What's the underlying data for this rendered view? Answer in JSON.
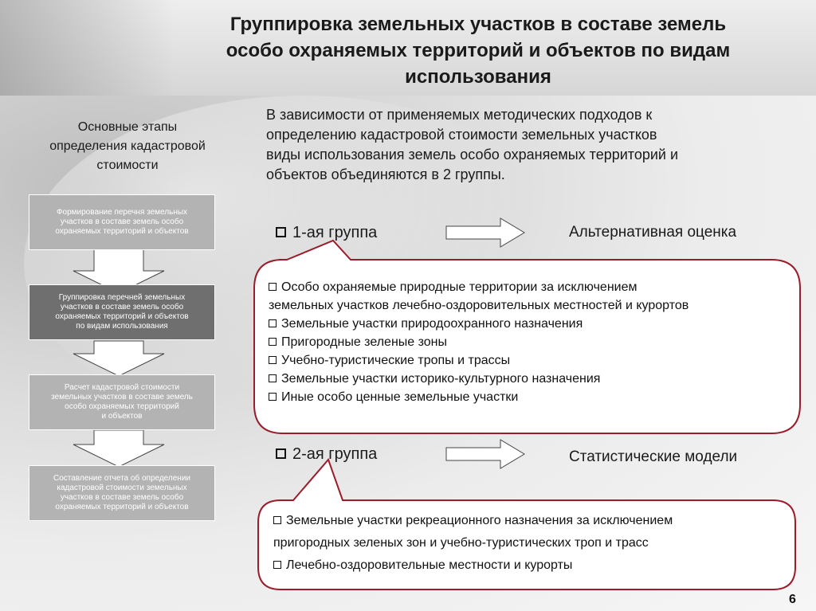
{
  "title": {
    "line1": "Группировка земельных участков в составе земель",
    "line2": "особо охраняемых территорий и объектов по видам",
    "line3": "использования"
  },
  "stages": {
    "heading_lines": [
      "Основные этапы",
      "определения кадастровой",
      "стоимости"
    ],
    "boxes": [
      {
        "lines": [
          "Формирование перечня земельных",
          "участков в составе земель особо",
          "охраняемых территорий и объектов"
        ]
      },
      {
        "lines": [
          "Группировка перечней земельных",
          "участков в составе земель особо",
          "охраняемых территорий и объектов",
          "по видам использования"
        ]
      },
      {
        "lines": [
          "Расчет кадастровой стоимости",
          "земельных участков в составе земель",
          "особо охраняемых территорий",
          "и объектов"
        ]
      },
      {
        "lines": [
          "Составление отчета об определении",
          "кадастровой стоимости земельных",
          "участков в составе земель особо",
          "охраняемых территорий и объектов"
        ]
      }
    ]
  },
  "intro": {
    "lines": [
      "В зависимости от применяемых методических подходов к",
      "определению кадастровой стоимости земельных участков",
      "виды использования земель особо охраняемых территорий и",
      "объектов объединяются в 2 группы."
    ]
  },
  "group1": {
    "label": "1-ая группа",
    "result": "Альтернативная оценка",
    "items": [
      "Особо охраняемые природные территории за исключением",
      "земельных участков лечебно-оздоровительных местностей и курортов",
      "Земельные участки природоохранного назначения",
      "Пригородные зеленые зоны",
      "Учебно-туристические тропы и трассы",
      "Земельные участки историко-культурного назначения",
      "Иные особо ценные земельные участки"
    ]
  },
  "group2": {
    "label": "2-ая группа",
    "result": "Статистические модели",
    "items": [
      "Земельные участки рекреационного назначения за исключением",
      "пригородных зеленых зон и учебно-туристических троп и трасс",
      "Лечебно-оздоровительные местности и курорты"
    ]
  },
  "page_number": "6",
  "colors": {
    "callout_border": "#9b1c2a",
    "box_dark": "#6f6f6f",
    "box_mid": "#9a9a9a"
  }
}
